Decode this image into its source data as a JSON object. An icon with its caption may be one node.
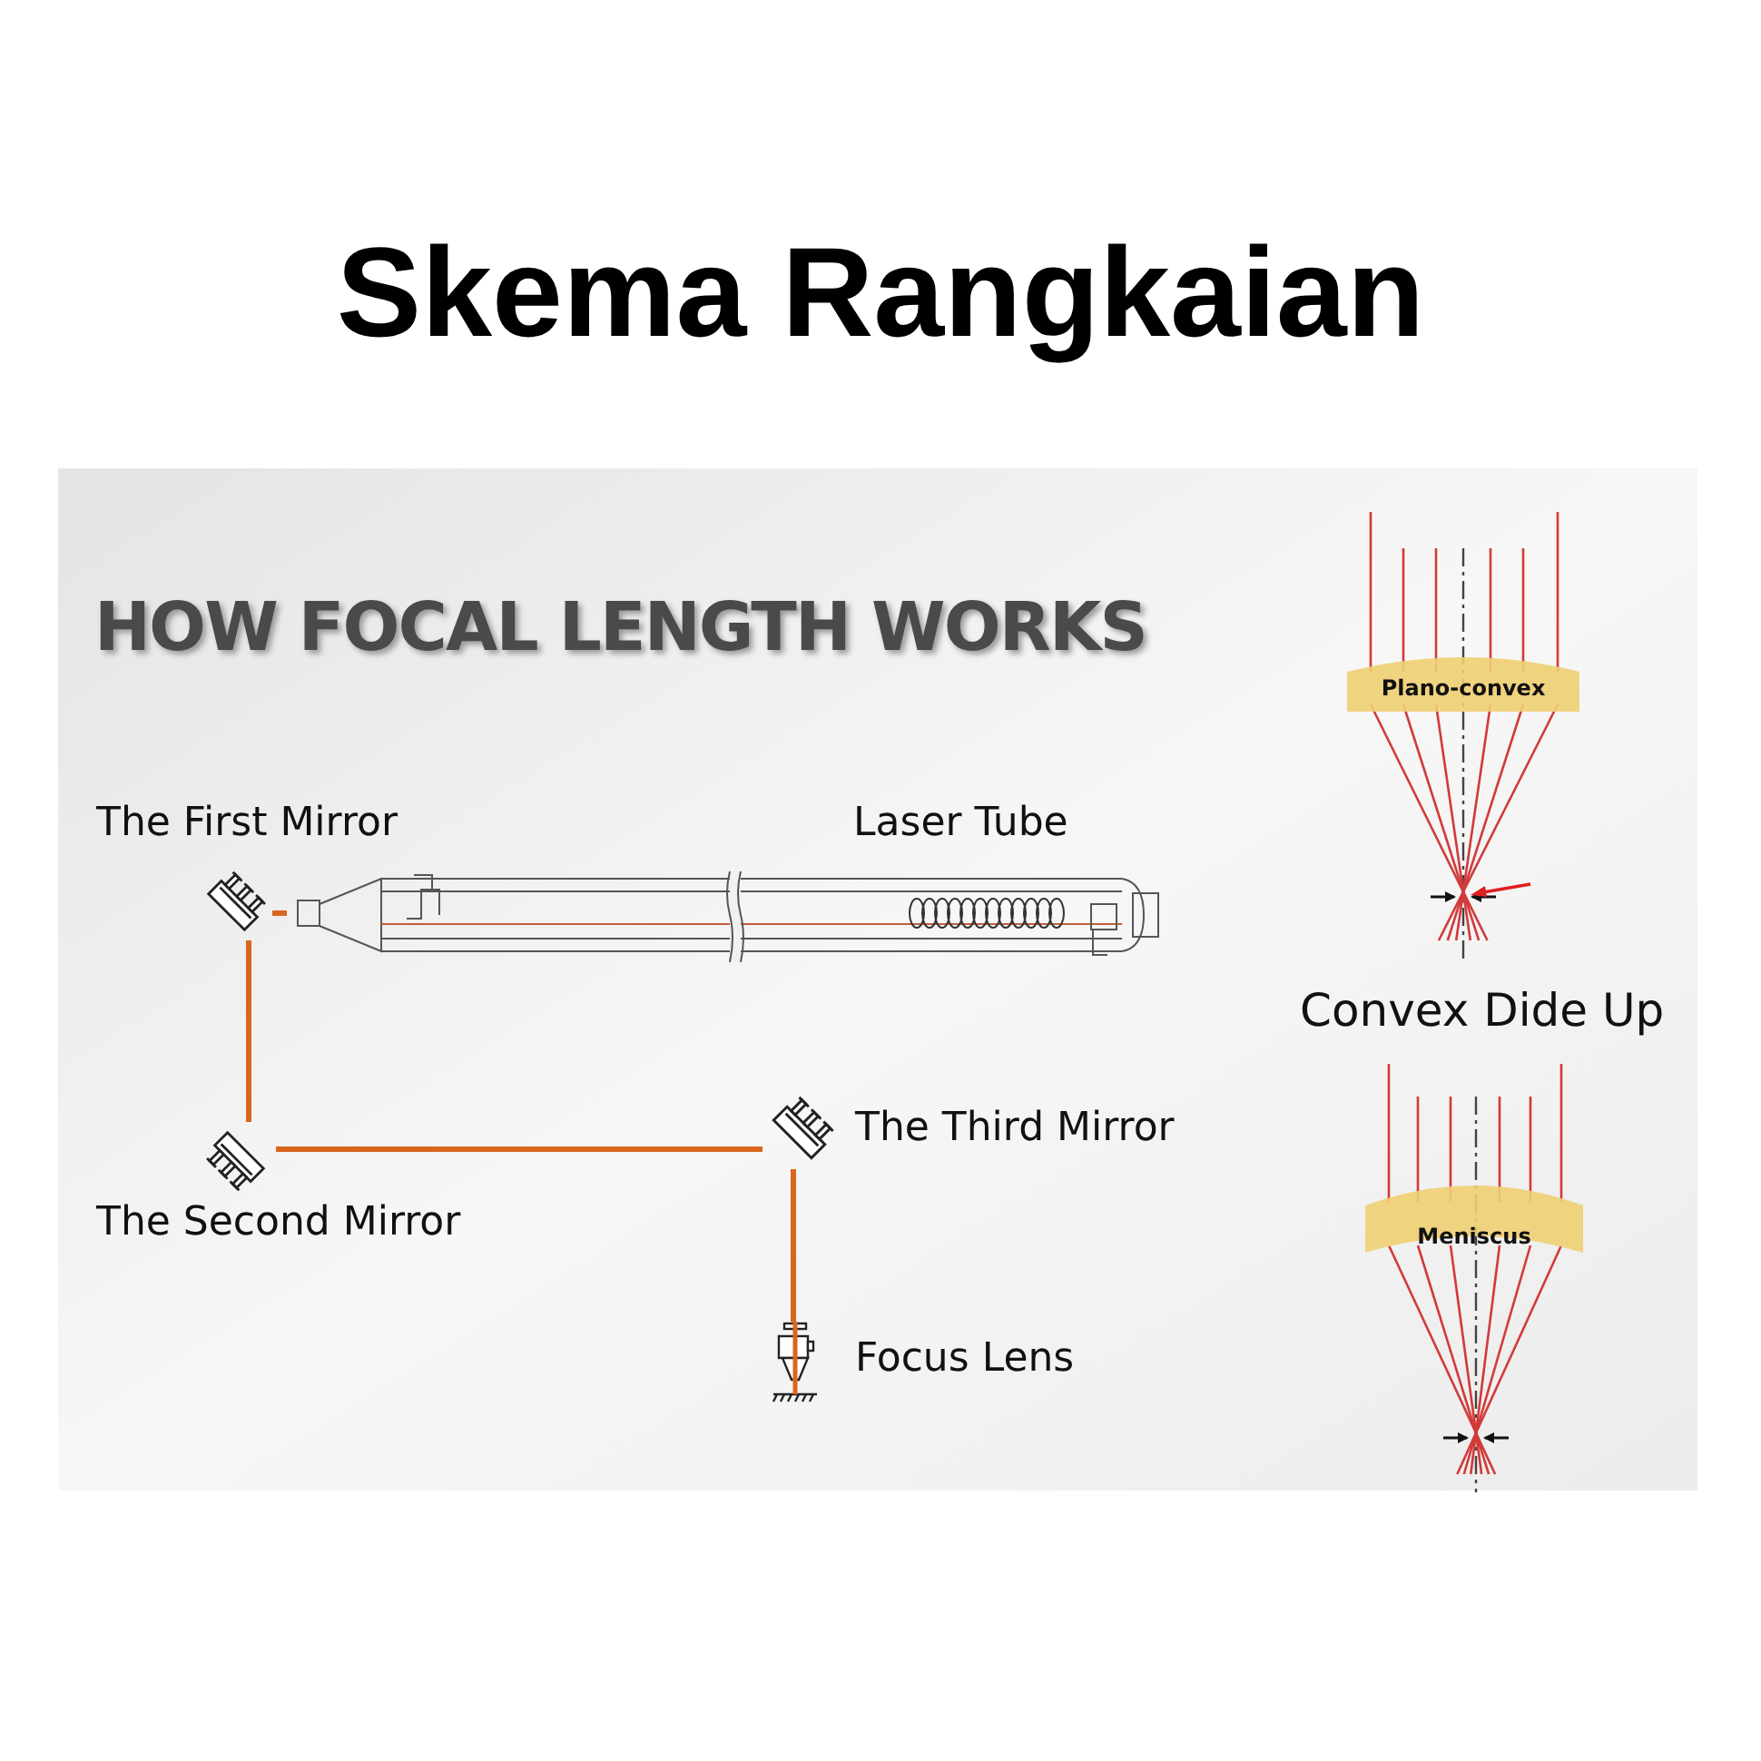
{
  "diagram": {
    "title": "Skema Rangkaian",
    "nodes": [
      {
        "text": [],
        "shape": "tube",
        "beside": [
          "Laser Tube"
        ]
      },
      {
        "text": [],
        "shape": "mirror",
        "beside": [
          "The First Mirror"
        ]
      },
      {
        "text": [],
        "shape": "mirror",
        "beside": [
          "The Second Mirror"
        ]
      },
      {
        "text": [],
        "shape": "mirror",
        "beside": [
          "The Third Mirror"
        ]
      },
      {
        "text": [],
        "shape": "lens",
        "beside": [
          "Focus Lens"
        ]
      },
      {
        "text": [
          "Plano-convex"
        ]
      },
      {
        "text": [
          "Meniscus"
        ]
      }
    ],
    "edges": [
      {
        "from": 0,
        "to": 1,
        "arrow": "none"
      },
      {
        "from": 1,
        "to": 2,
        "arrow": "none"
      },
      {
        "from": 2,
        "to": 3,
        "arrow": "none"
      },
      {
        "from": 3,
        "to": 4,
        "arrow": "none"
      }
    ],
    "labels": [
      "HOW FOCAL LENGTH WORKS",
      "Convex Dide Up"
    ]
  }
}
